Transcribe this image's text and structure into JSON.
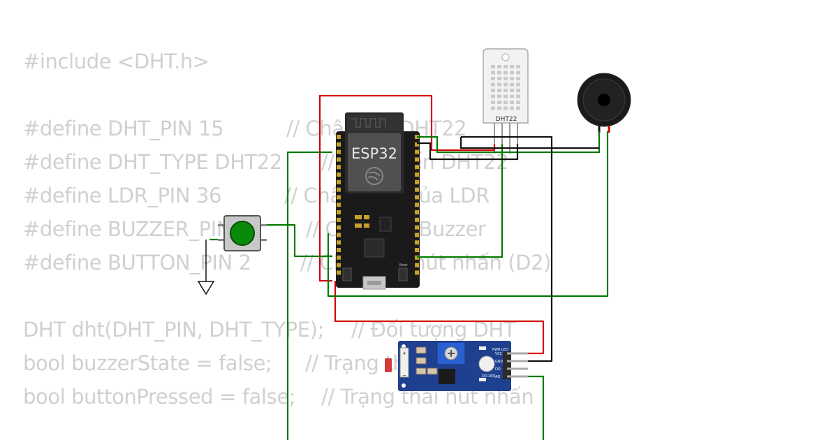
{
  "code": {
    "include": "#include <DHT.h>",
    "define_dht_pin": "#define DHT_PIN 15",
    "define_dht_pin_comment": "// Chân nối DHT22",
    "define_dht_type": "#define DHT_TYPE DHT22",
    "define_dht_type_comment": "// Cảm biến DHT22",
    "define_ldr_pin": "#define LDR_PIN 36",
    "define_ldr_pin_comment": "// Chân (VP) của LDR",
    "define_buzzer_pin": "#define BUZZER_PIN 12",
    "define_buzzer_pin_comment": "// Chân nối Buzzer",
    "define_button_pin": "#define BUTTON_PIN 2",
    "define_button_pin_comment": "// Chân nối nút nhấn (D2)",
    "dht_object": "DHT dht(DHT_PIN, DHT_TYPE);",
    "dht_object_comment": "// Đối tượng DHT",
    "buzzer_state": "bool buzzerState = false;",
    "buzzer_state_comment": "// Trạng thái buzzer",
    "button_pressed": "bool buttonPressed = false;",
    "button_pressed_comment": "// Trạng thái nút nhấn"
  },
  "components": {
    "esp32_label": "ESP32",
    "esp32_boot_label": "Boot",
    "dht22_label": "DHT22",
    "ldr_pins": [
      "VCC",
      "GND",
      "DO",
      "AO"
    ],
    "ldr_pwr_label": "PWR LED",
    "ldr_do_label": "DO LED"
  },
  "colors": {
    "wire_red": "#d40000",
    "wire_green": "#007a00",
    "wire_black": "#111111",
    "code_text": "#d0d0d0",
    "board": "#1a1a1a",
    "ldr_board": "#1f3f8f",
    "button_cap": "#0a8a0a"
  }
}
